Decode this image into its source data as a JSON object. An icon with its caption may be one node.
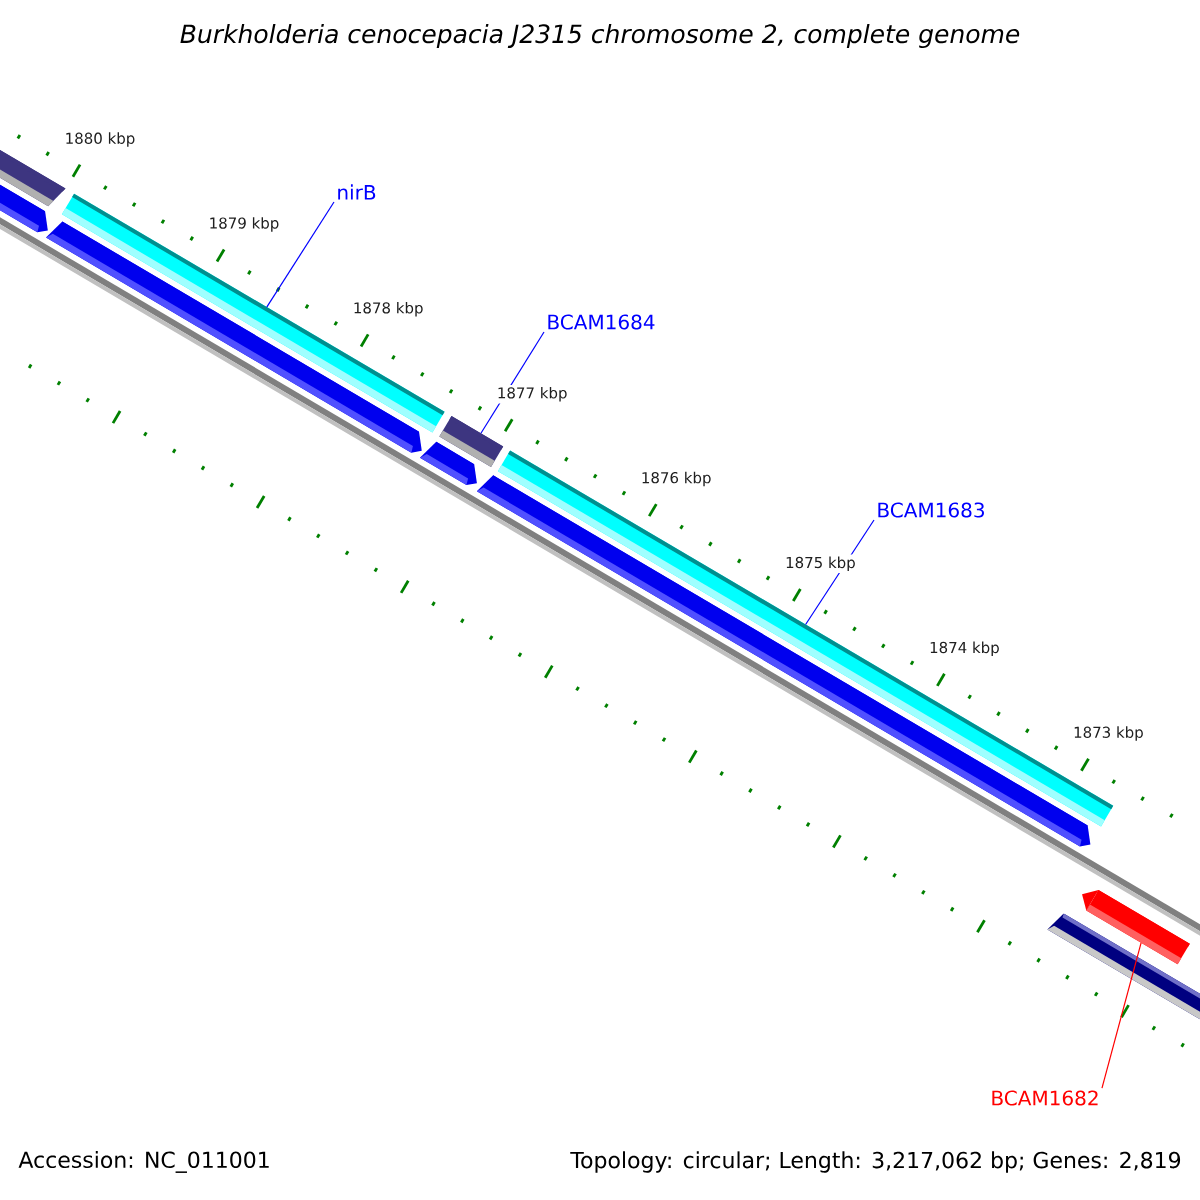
{
  "diagram": {
    "title": "Burkholderia cenocepacia J2315 chromosome 2, complete genome",
    "nodes": [
      {
        "text": [
          "nirB"
        ]
      },
      {
        "text": [
          "BCAM1684"
        ]
      },
      {
        "text": [
          "BCAM1683"
        ]
      },
      {
        "text": [
          "BCAM1682"
        ]
      },
      {
        "text": [],
        "shape": "bar"
      },
      {
        "text": [],
        "shape": "bar"
      },
      {
        "text": [],
        "shape": "bar"
      },
      {
        "text": [],
        "shape": "bar"
      }
    ],
    "edges": [
      {
        "from": 0,
        "to": 4,
        "arrow": "none"
      },
      {
        "from": 1,
        "to": 5,
        "arrow": "none"
      },
      {
        "from": 2,
        "to": 6,
        "arrow": "none"
      },
      {
        "from": 3,
        "to": 7,
        "arrow": "none",
        "color": "#ff0000"
      }
    ],
    "labels": [
      "1880 kbp",
      "1879 kbp",
      "1878 kbp",
      "1877 kbp",
      "1876 kbp",
      "1875 kbp",
      "1874 kbp",
      "1873 kbp",
      "Accession: NC_011001",
      "Topology: circular; Length: 3,217,062 bp; Genes: 2,819"
    ]
  }
}
